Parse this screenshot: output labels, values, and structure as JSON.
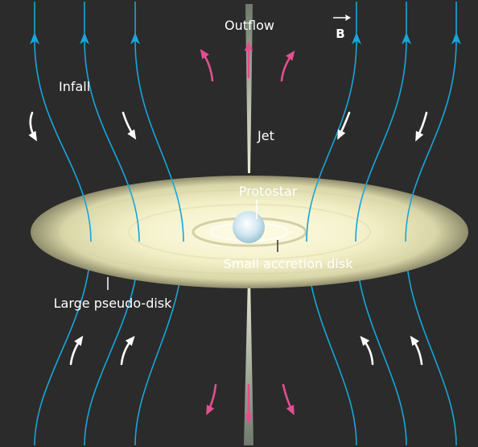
{
  "labels": {
    "outflow": "Outflow",
    "field": "B",
    "infall": "Infall",
    "jet": "Jet",
    "protostar": "Protostar",
    "accretion_disk": "Small accretion disk",
    "pseudo_disk": "Large pseudo-disk"
  },
  "colors": {
    "background": "#2b2b2b",
    "field_line": "#17a6da",
    "flow_arrow": "#ffffff",
    "outflow_arrow": "#e0508f",
    "disk": "#f3f0c4",
    "protostar": "#cfe6f0"
  },
  "icons": [
    "field-line-arrow",
    "infall-arrow",
    "outflow-arrow",
    "field-vector-arrow"
  ]
}
